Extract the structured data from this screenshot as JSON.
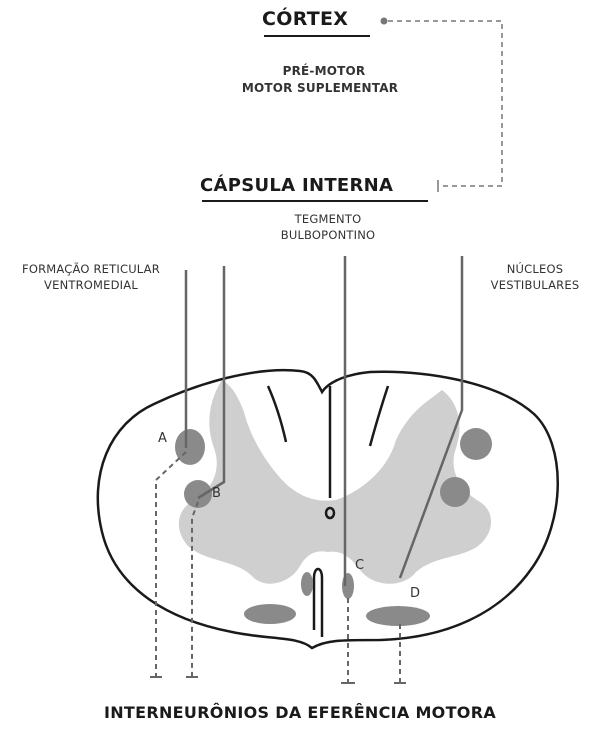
{
  "cortex": {
    "title": "CÓRTEX",
    "line1": "PRÉ-MOTOR",
    "line2": "MOTOR SUPLEMENTAR"
  },
  "capsule": {
    "title": "CÁPSULA INTERNA"
  },
  "tegmento": {
    "line1": "TEGMENTO",
    "line2": "BULBOPONTINO"
  },
  "formacao": {
    "line1": "FORMAÇÃO RETICULAR",
    "line2": "VENTROMEDIAL"
  },
  "nucleos": {
    "line1": "NÚCLEOS",
    "line2": "VESTIBULARES"
  },
  "tracts": {
    "a": "A",
    "b": "B",
    "c": "C",
    "d": "D"
  },
  "footer": "INTERNEURÔNIOS DA EFERÊNCIA MOTORA",
  "colors": {
    "gray_matter": "#cfcfcf",
    "nuclei": "#8a8a8a",
    "line": "#1a1a1a",
    "tract": "#777777"
  }
}
